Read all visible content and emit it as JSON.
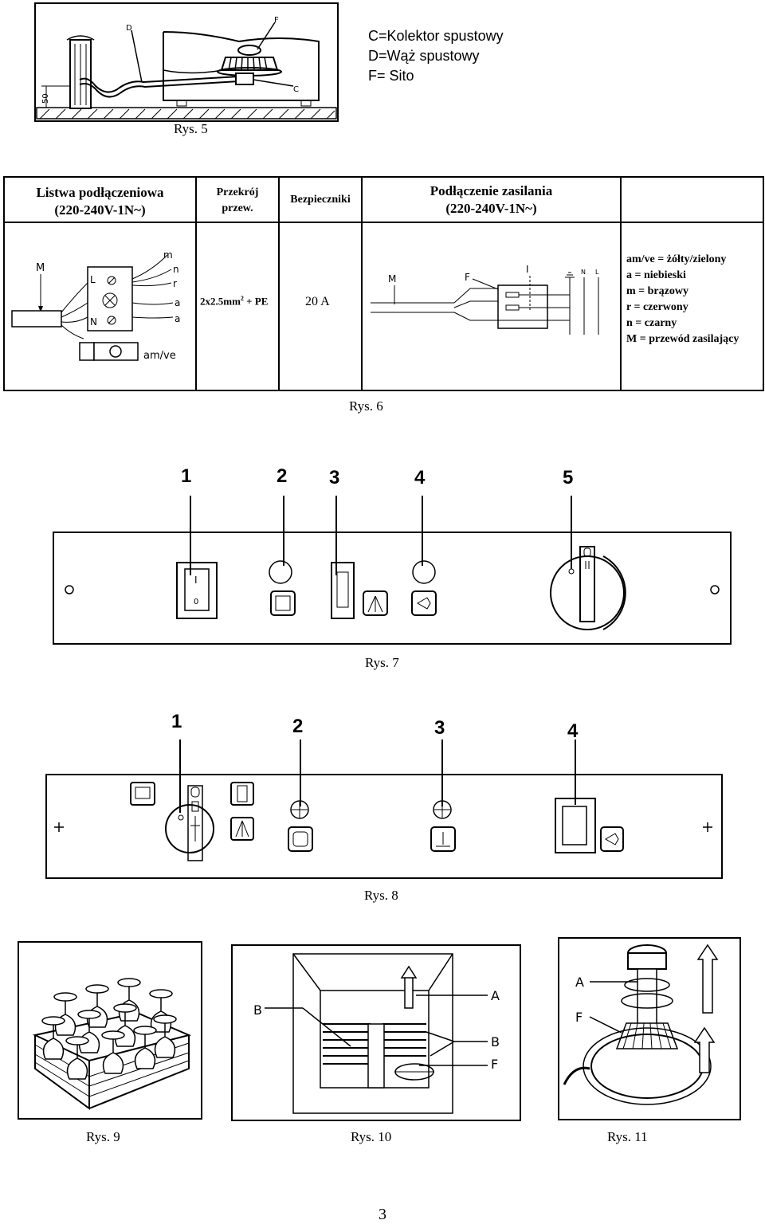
{
  "fig5": {
    "legend": [
      "C=Kolektor spustowy",
      "D=Wąż spustowy",
      "F= Sito"
    ],
    "labels": {
      "D": "D",
      "F": "F",
      "C": "C",
      "height": "50"
    },
    "caption": "Rys. 5"
  },
  "fig6": {
    "headers": {
      "strip_line1": "Listwa podłączeniowa",
      "strip_line2": "(220-240V-1N~)",
      "section_line1": "Przekrój",
      "section_line2": "przew.",
      "fuses": "Bezpieczniki",
      "power_line1": "Podłączenie zasilania",
      "power_line2": "(220-240V-1N~)"
    },
    "values": {
      "cable": "2x2.5mm",
      "cable_sup": "2",
      "cable_pe": " + PE",
      "fuse": "20 A"
    },
    "strip_labels": {
      "M": "M",
      "L": "L",
      "N": "N",
      "m": "m",
      "n": "n",
      "r": "r",
      "a1": "a",
      "a2": "a",
      "amve": "am/ve"
    },
    "wiring_labels": {
      "M": "M",
      "F": "F",
      "I": "I",
      "N": "N",
      "L": "L"
    },
    "legend": [
      "am/ve = żółty/zielony",
      "a = niebieski",
      "m = brązowy",
      "r = czerwony",
      "n = czarny",
      "M = przewód zasilający"
    ],
    "caption": "Rys. 6"
  },
  "fig7": {
    "numbers": [
      "1",
      "2",
      "3",
      "4",
      "5"
    ],
    "switch_marks": {
      "on": "I",
      "off": "0"
    },
    "caption": "Rys. 7"
  },
  "fig8": {
    "numbers": [
      "1",
      "2",
      "3",
      "4"
    ],
    "caption": "Rys. 8"
  },
  "fig10": {
    "labels": {
      "B1": "B",
      "A": "A",
      "B2": "B",
      "F": "F"
    }
  },
  "fig11": {
    "labels": {
      "A": "A",
      "F": "F"
    }
  },
  "captions": {
    "fig9": "Rys. 9",
    "fig10": "Rys. 10",
    "fig11": "Rys. 11"
  },
  "page_number": "3"
}
